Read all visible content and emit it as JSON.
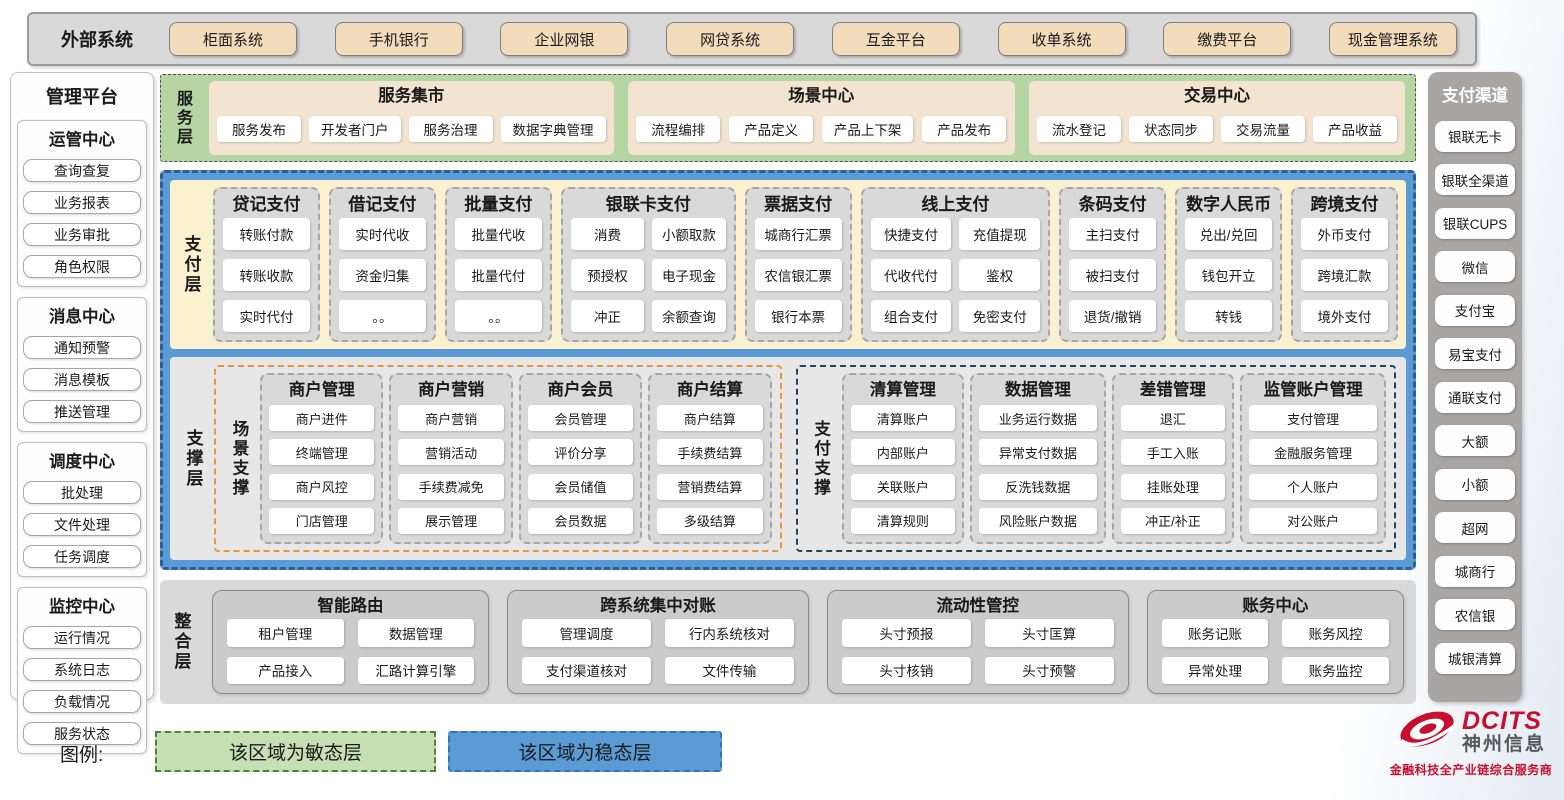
{
  "external": {
    "label": "外部系统",
    "systems": [
      "柜面系统",
      "手机银行",
      "企业网银",
      "网贷系统",
      "互金平台",
      "收单系统",
      "缴费平台",
      "现金管理系统"
    ]
  },
  "management": {
    "title": "管理平台",
    "groups": [
      {
        "title": "运管中心",
        "items": [
          "查询查复",
          "业务报表",
          "业务审批",
          "角色权限"
        ]
      },
      {
        "title": "消息中心",
        "items": [
          "通知预警",
          "消息模板",
          "推送管理"
        ]
      },
      {
        "title": "调度中心",
        "items": [
          "批处理",
          "文件处理",
          "任务调度"
        ]
      },
      {
        "title": "监控中心",
        "items": [
          "运行情况",
          "系统日志",
          "负载情况",
          "服务状态"
        ]
      }
    ]
  },
  "service_layer": {
    "label": "服务层",
    "panels": [
      {
        "title": "服务集市",
        "items": [
          "服务发布",
          "开发者门户",
          "服务治理",
          "数据字典管理"
        ]
      },
      {
        "title": "场景中心",
        "items": [
          "流程编排",
          "产品定义",
          "产品上下架",
          "产品发布"
        ]
      },
      {
        "title": "交易中心",
        "items": [
          "流水登记",
          "状态同步",
          "交易流量",
          "产品收益"
        ]
      }
    ]
  },
  "payment_layer": {
    "label": "支付层",
    "columns": [
      {
        "title": "贷记支付",
        "items": [
          "转账付款",
          "转账收款",
          "实时代付"
        ]
      },
      {
        "title": "借记支付",
        "items": [
          "实时代收",
          "资金归集",
          "。。"
        ]
      },
      {
        "title": "批量支付",
        "items": [
          "批量代收",
          "批量代付",
          "。。"
        ]
      },
      {
        "title": "银联卡支付",
        "items": [
          "消费",
          "小额取款",
          "预授权",
          "电子现金",
          "冲正",
          "余额查询"
        ]
      },
      {
        "title": "票据支付",
        "items": [
          "城商行汇票",
          "农信银汇票",
          "银行本票"
        ]
      },
      {
        "title": "线上支付",
        "items": [
          "快捷支付",
          "充值提现",
          "代收代付",
          "鉴权",
          "组合支付",
          "免密支付"
        ]
      },
      {
        "title": "条码支付",
        "items": [
          "主扫支付",
          "被扫支付",
          "退货/撤销"
        ]
      },
      {
        "title": "数字人民币",
        "items": [
          "兑出/兑回",
          "钱包开立",
          "转钱"
        ]
      },
      {
        "title": "跨境支付",
        "items": [
          "外币支付",
          "跨境汇款",
          "境外支付"
        ]
      }
    ]
  },
  "support_layer": {
    "label": "支撑层",
    "sections": [
      {
        "label": "场景支撑",
        "columns": [
          {
            "title": "商户管理",
            "items": [
              "商户进件",
              "终端管理",
              "商户风控",
              "门店管理"
            ]
          },
          {
            "title": "商户营销",
            "items": [
              "商户营销",
              "营销活动",
              "手续费减免",
              "展示管理"
            ]
          },
          {
            "title": "商户会员",
            "items": [
              "会员管理",
              "评价分享",
              "会员储值",
              "会员数据"
            ]
          },
          {
            "title": "商户结算",
            "items": [
              "商户结算",
              "手续费结算",
              "营销费结算",
              "多级结算"
            ]
          }
        ]
      },
      {
        "label": "支付支撑",
        "columns": [
          {
            "title": "清算管理",
            "items": [
              "清算账户",
              "内部账户",
              "关联账户",
              "清算规则"
            ]
          },
          {
            "title": "数据管理",
            "items": [
              "业务运行数据",
              "异常支付数据",
              "反洗钱数据",
              "风险账户数据"
            ]
          },
          {
            "title": "差错管理",
            "items": [
              "退汇",
              "手工入账",
              "挂账处理",
              "冲正/补正"
            ]
          },
          {
            "title": "监管账户管理",
            "items": [
              "支付管理",
              "金融服务管理",
              "个人账户",
              "对公账户"
            ]
          }
        ]
      }
    ]
  },
  "integration_layer": {
    "label": "整合层",
    "panels": [
      {
        "title": "智能路由",
        "items": [
          "租户管理",
          "数据管理",
          "产品接入",
          "汇路计算引擎"
        ]
      },
      {
        "title": "跨系统集中对账",
        "items": [
          "管理调度",
          "行内系统核对",
          "支付渠道核对",
          "文件传输"
        ]
      },
      {
        "title": "流动性管控",
        "items": [
          "头寸预报",
          "头寸匡算",
          "头寸核销",
          "头寸预警"
        ]
      },
      {
        "title": "账务中心",
        "items": [
          "账务记账",
          "账务风控",
          "异常处理",
          "账务监控"
        ]
      }
    ]
  },
  "channels": {
    "title": "支付渠道",
    "items": [
      "银联无卡",
      "银联全渠道",
      "银联CUPS",
      "微信",
      "支付宝",
      "易宝支付",
      "通联支付",
      "大额",
      "小额",
      "超网",
      "城商行",
      "农信银",
      "城银清算"
    ]
  },
  "legend": {
    "label": "图例:",
    "agile": "该区域为敏态层",
    "stable": "该区域为稳态层"
  },
  "logo": {
    "brand": "DCITS",
    "name": "神州信息",
    "slogan": "金融科技全产业链综合服务商"
  },
  "colors": {
    "stable_blue": "#5b9bd5",
    "agile_green": "#c6e0b4",
    "service_green": "#b5d6a3",
    "payment_yellow": "#fbf1cf",
    "panel_tan": "#f2e4d0",
    "external_tan": "#f2dcbb",
    "gray_panel": "#d9d9d9",
    "channel_gray": "#a8a5a3",
    "scene_orange": "#e8953c",
    "paysup_navy": "#26425c",
    "brand_red": "#c8102e"
  }
}
